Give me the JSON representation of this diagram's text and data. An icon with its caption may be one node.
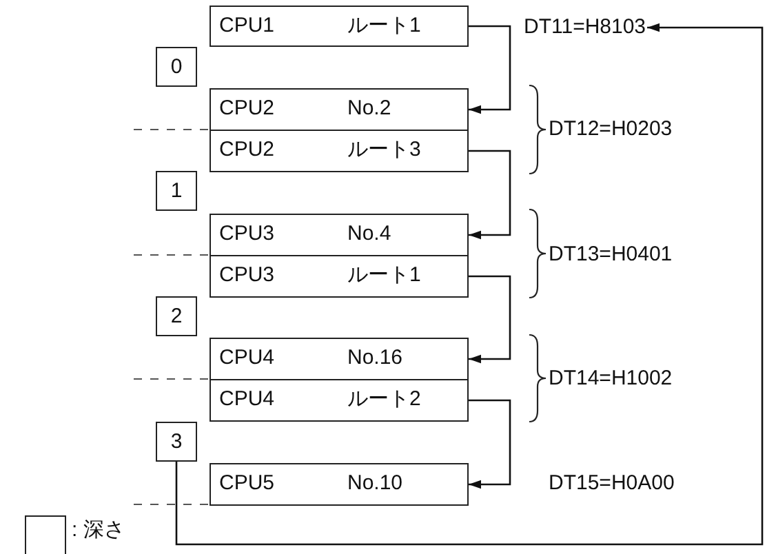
{
  "diagram": {
    "nodes": [
      {
        "text": [
          "CPU1",
          "ルート1"
        ]
      },
      {
        "text": [
          "CPU2",
          "No.2"
        ]
      },
      {
        "text": [
          "CPU2",
          "ルート3"
        ]
      },
      {
        "text": [
          "CPU3",
          "No.4"
        ]
      },
      {
        "text": [
          "CPU3",
          "ルート1"
        ]
      },
      {
        "text": [
          "CPU4",
          "No.16"
        ]
      },
      {
        "text": [
          "CPU4",
          "ルート2"
        ]
      },
      {
        "text": [
          "CPU5",
          "No.10"
        ]
      },
      {
        "text": [
          "0"
        ]
      },
      {
        "text": [
          "1"
        ]
      },
      {
        "text": [
          "2"
        ]
      },
      {
        "text": [
          "3"
        ]
      },
      {
        "text": [
          "DT11=H8103"
        ]
      }
    ],
    "edges": [
      {
        "from": 0,
        "to": 1,
        "arrow": "to"
      },
      {
        "from": 2,
        "to": 3,
        "arrow": "to"
      },
      {
        "from": 4,
        "to": 5,
        "arrow": "to"
      },
      {
        "from": 6,
        "to": 7,
        "arrow": "to"
      },
      {
        "from": 11,
        "to": 12,
        "arrow": "to"
      }
    ],
    "labels": [
      "DT12=H0203",
      "DT13=H0401",
      "DT14=H1002",
      "DT15=H0A00"
    ],
    "legend": [
      {
        "text": ": 深さ"
      }
    ]
  }
}
